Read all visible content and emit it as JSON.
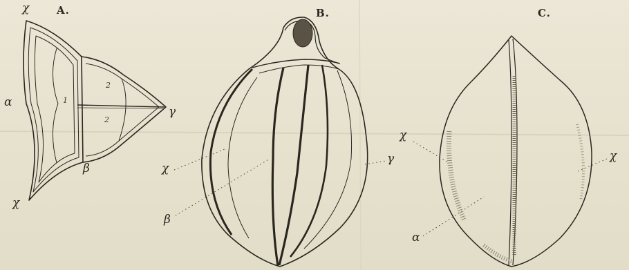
{
  "figures": [
    {
      "id": "A",
      "title": "A."
    },
    {
      "id": "B",
      "title": "B."
    },
    {
      "id": "C",
      "title": "C."
    }
  ],
  "labels": {
    "a_chi_top": "χ",
    "a_alpha": "α",
    "a_beta": "β",
    "a_gamma": "γ",
    "a_chi_bottom": "χ",
    "a_locule_1": "1",
    "a_locule_2_upper": "2",
    "a_locule_2_lower": "2",
    "b_chi": "χ",
    "b_gamma": "γ",
    "b_beta": "β",
    "c_chi_left": "χ",
    "c_chi_right": "χ",
    "c_alpha": "α"
  },
  "colors": {
    "paper": "#e9e4d2",
    "ink": "#2a2620"
  }
}
